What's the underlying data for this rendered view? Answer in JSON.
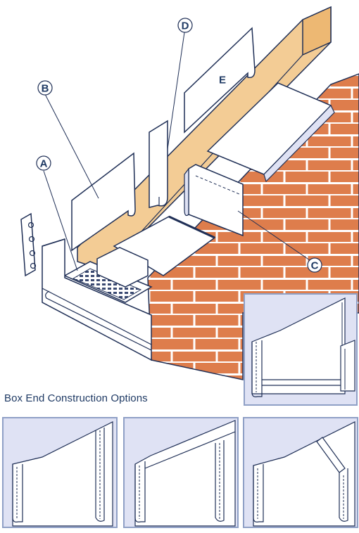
{
  "labels": {
    "a": "A",
    "b": "B",
    "c": "C",
    "d": "D",
    "e": "E"
  },
  "section_title": "Box End Construction Options",
  "colors": {
    "brick": "#de7d4c",
    "mortar": "#ffffff",
    "timber": "#f3cc95",
    "panel_fill": "#dfe2f4",
    "outline": "#1f2f56",
    "detail_frame": "#8fa0c6"
  }
}
